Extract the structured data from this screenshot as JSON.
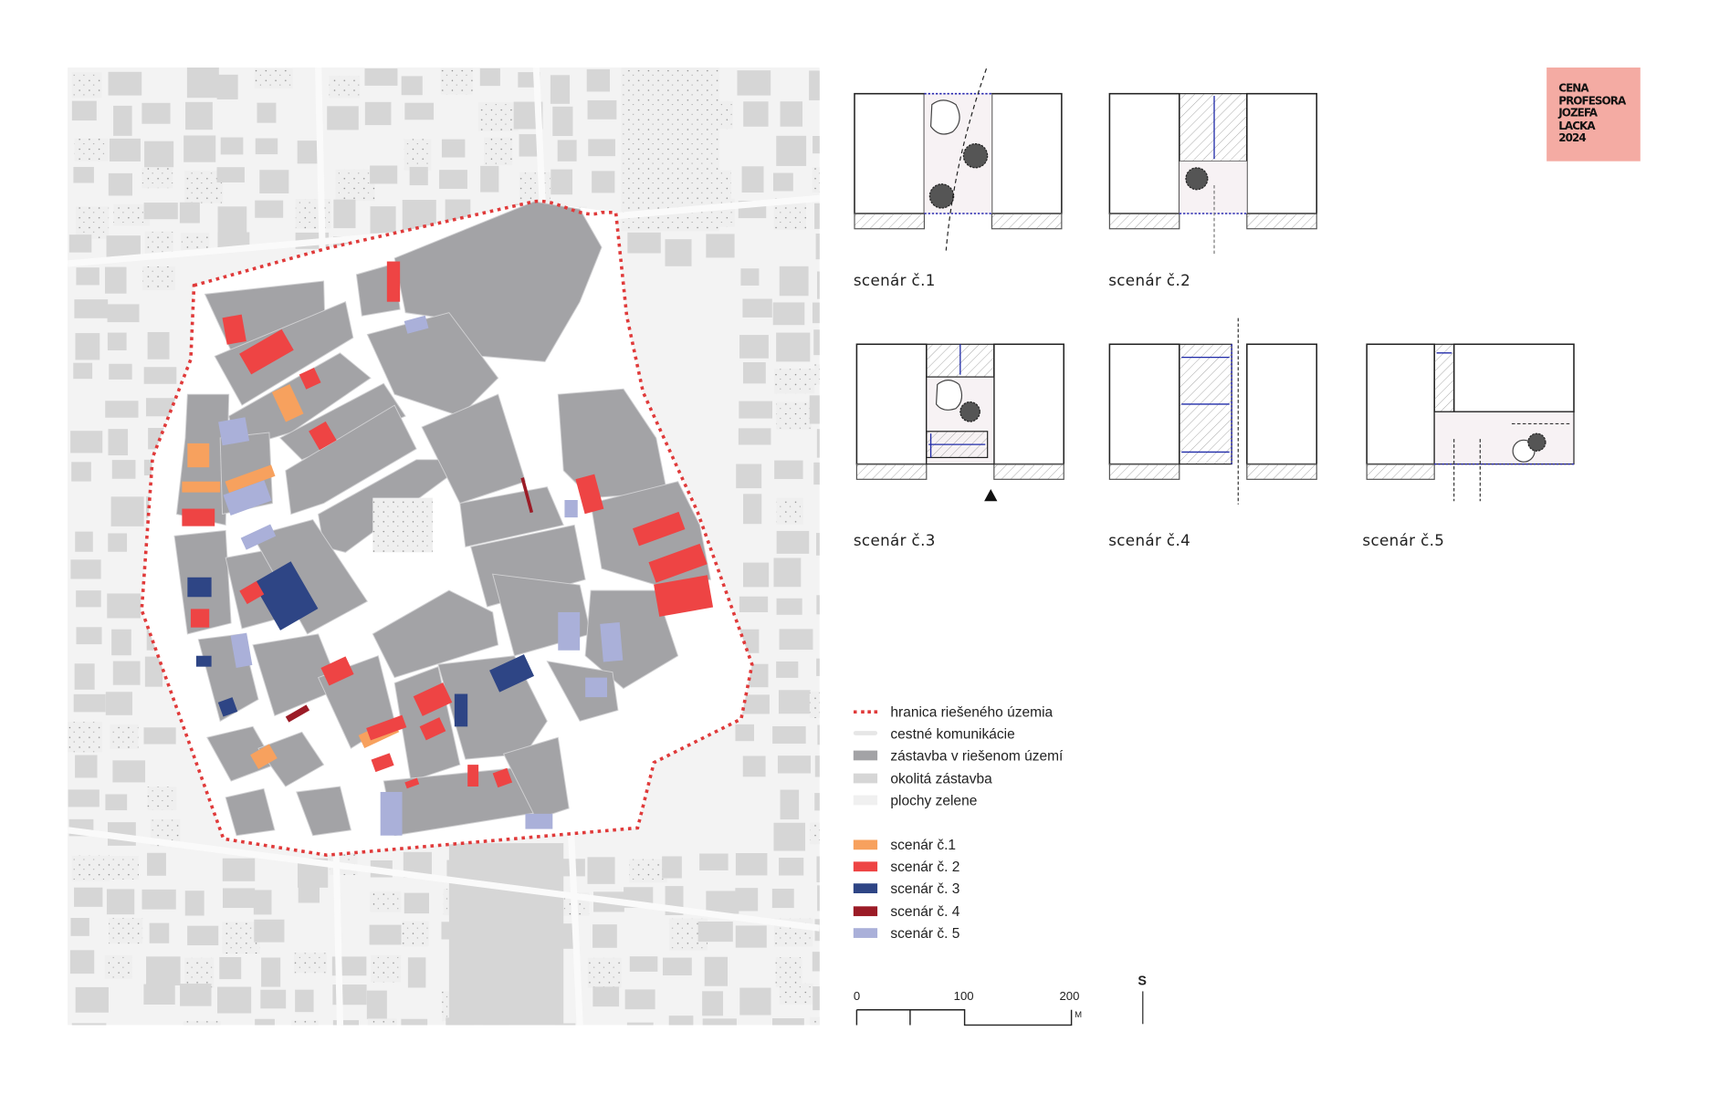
{
  "logo": {
    "lines": [
      "CENA",
      "PROFESORA",
      "JOZEFA",
      "LACKA",
      "2024"
    ]
  },
  "scenarios": [
    {
      "label": "scenár č.1"
    },
    {
      "label": "scenár č.2"
    },
    {
      "label": "scenár č.3"
    },
    {
      "label": "scenár č.4"
    },
    {
      "label": "scenár č.5"
    }
  ],
  "legend": {
    "base": [
      {
        "label": "hranica riešeného územia",
        "symbol": "dotted-red-line",
        "color": "#e03a3a"
      },
      {
        "label": "cestné komunikácie",
        "symbol": "line",
        "color": "#e6e6e6"
      },
      {
        "label": "zástavba v riešenom území",
        "symbol": "fill",
        "color": "#a3a3a6"
      },
      {
        "label": "okolitá zástavba",
        "symbol": "fill",
        "color": "#d6d6d6"
      },
      {
        "label": "plochy zelene",
        "symbol": "dotted-fill",
        "color": "#efefef"
      }
    ],
    "scenarios": [
      {
        "label": "scenár č.1",
        "color": "#f7a15e"
      },
      {
        "label": "scenár č. 2",
        "color": "#ee4444"
      },
      {
        "label": "scenár č. 3",
        "color": "#2e4585"
      },
      {
        "label": "scenár č. 4",
        "color": "#9b1b26"
      },
      {
        "label": "scenár č. 5",
        "color": "#aab0d9"
      }
    ]
  },
  "scale_bar": {
    "ticks": [
      "0",
      "100",
      "200"
    ],
    "unit": "M"
  },
  "north_arrow": {
    "label": "S"
  }
}
